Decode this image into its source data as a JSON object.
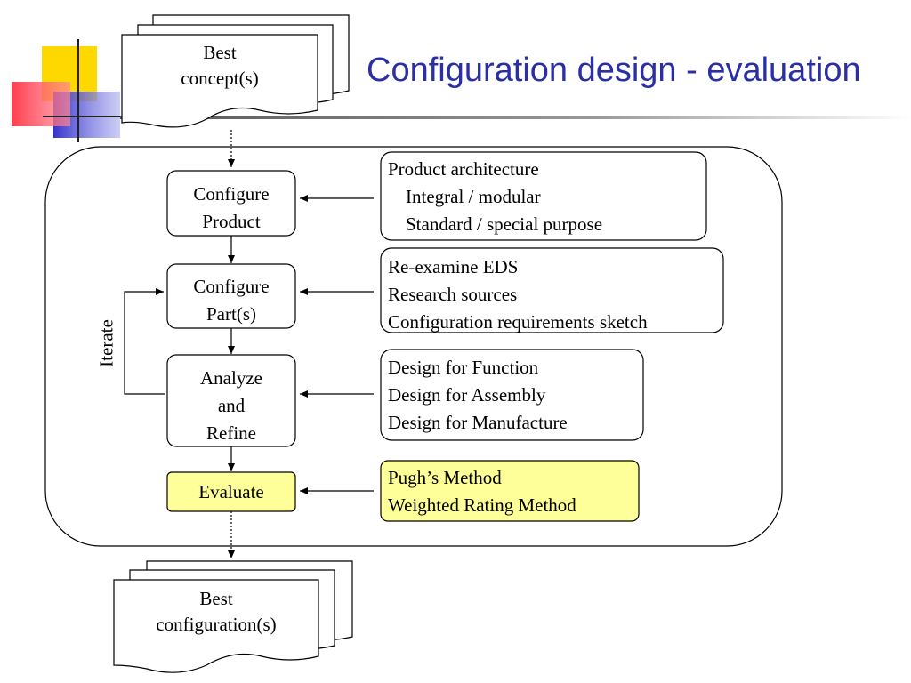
{
  "title": "Configuration design - evaluation",
  "input_document": {
    "line1": "Best",
    "line2": "concept(s)"
  },
  "output_document": {
    "line1": "Best",
    "line2": "configuration(s)"
  },
  "iterate_label": "Iterate",
  "steps": [
    {
      "lines": [
        "Configure",
        "Product"
      ]
    },
    {
      "lines": [
        "Configure",
        "Part(s)"
      ]
    },
    {
      "lines": [
        "Analyze",
        "and",
        "Refine"
      ]
    },
    {
      "lines": [
        "Evaluate"
      ]
    }
  ],
  "notes": [
    {
      "lines": [
        "Product architecture",
        "Integral / modular",
        "Standard / special purpose"
      ]
    },
    {
      "lines": [
        "Re-examine EDS",
        "Research sources",
        "Configuration requirements sketch"
      ]
    },
    {
      "lines": [
        "Design for Function",
        "Design for Assembly",
        "Design for Manufacture"
      ]
    },
    {
      "lines": [
        "Pugh’s Method",
        "Weighted Rating Method"
      ]
    }
  ],
  "colors": {
    "title": "#2a2fa6",
    "highlight_fill": "#ffff99",
    "logo_yellow": "#ffd800",
    "logo_red": "#ff3344",
    "logo_blue": "#3333cc"
  }
}
